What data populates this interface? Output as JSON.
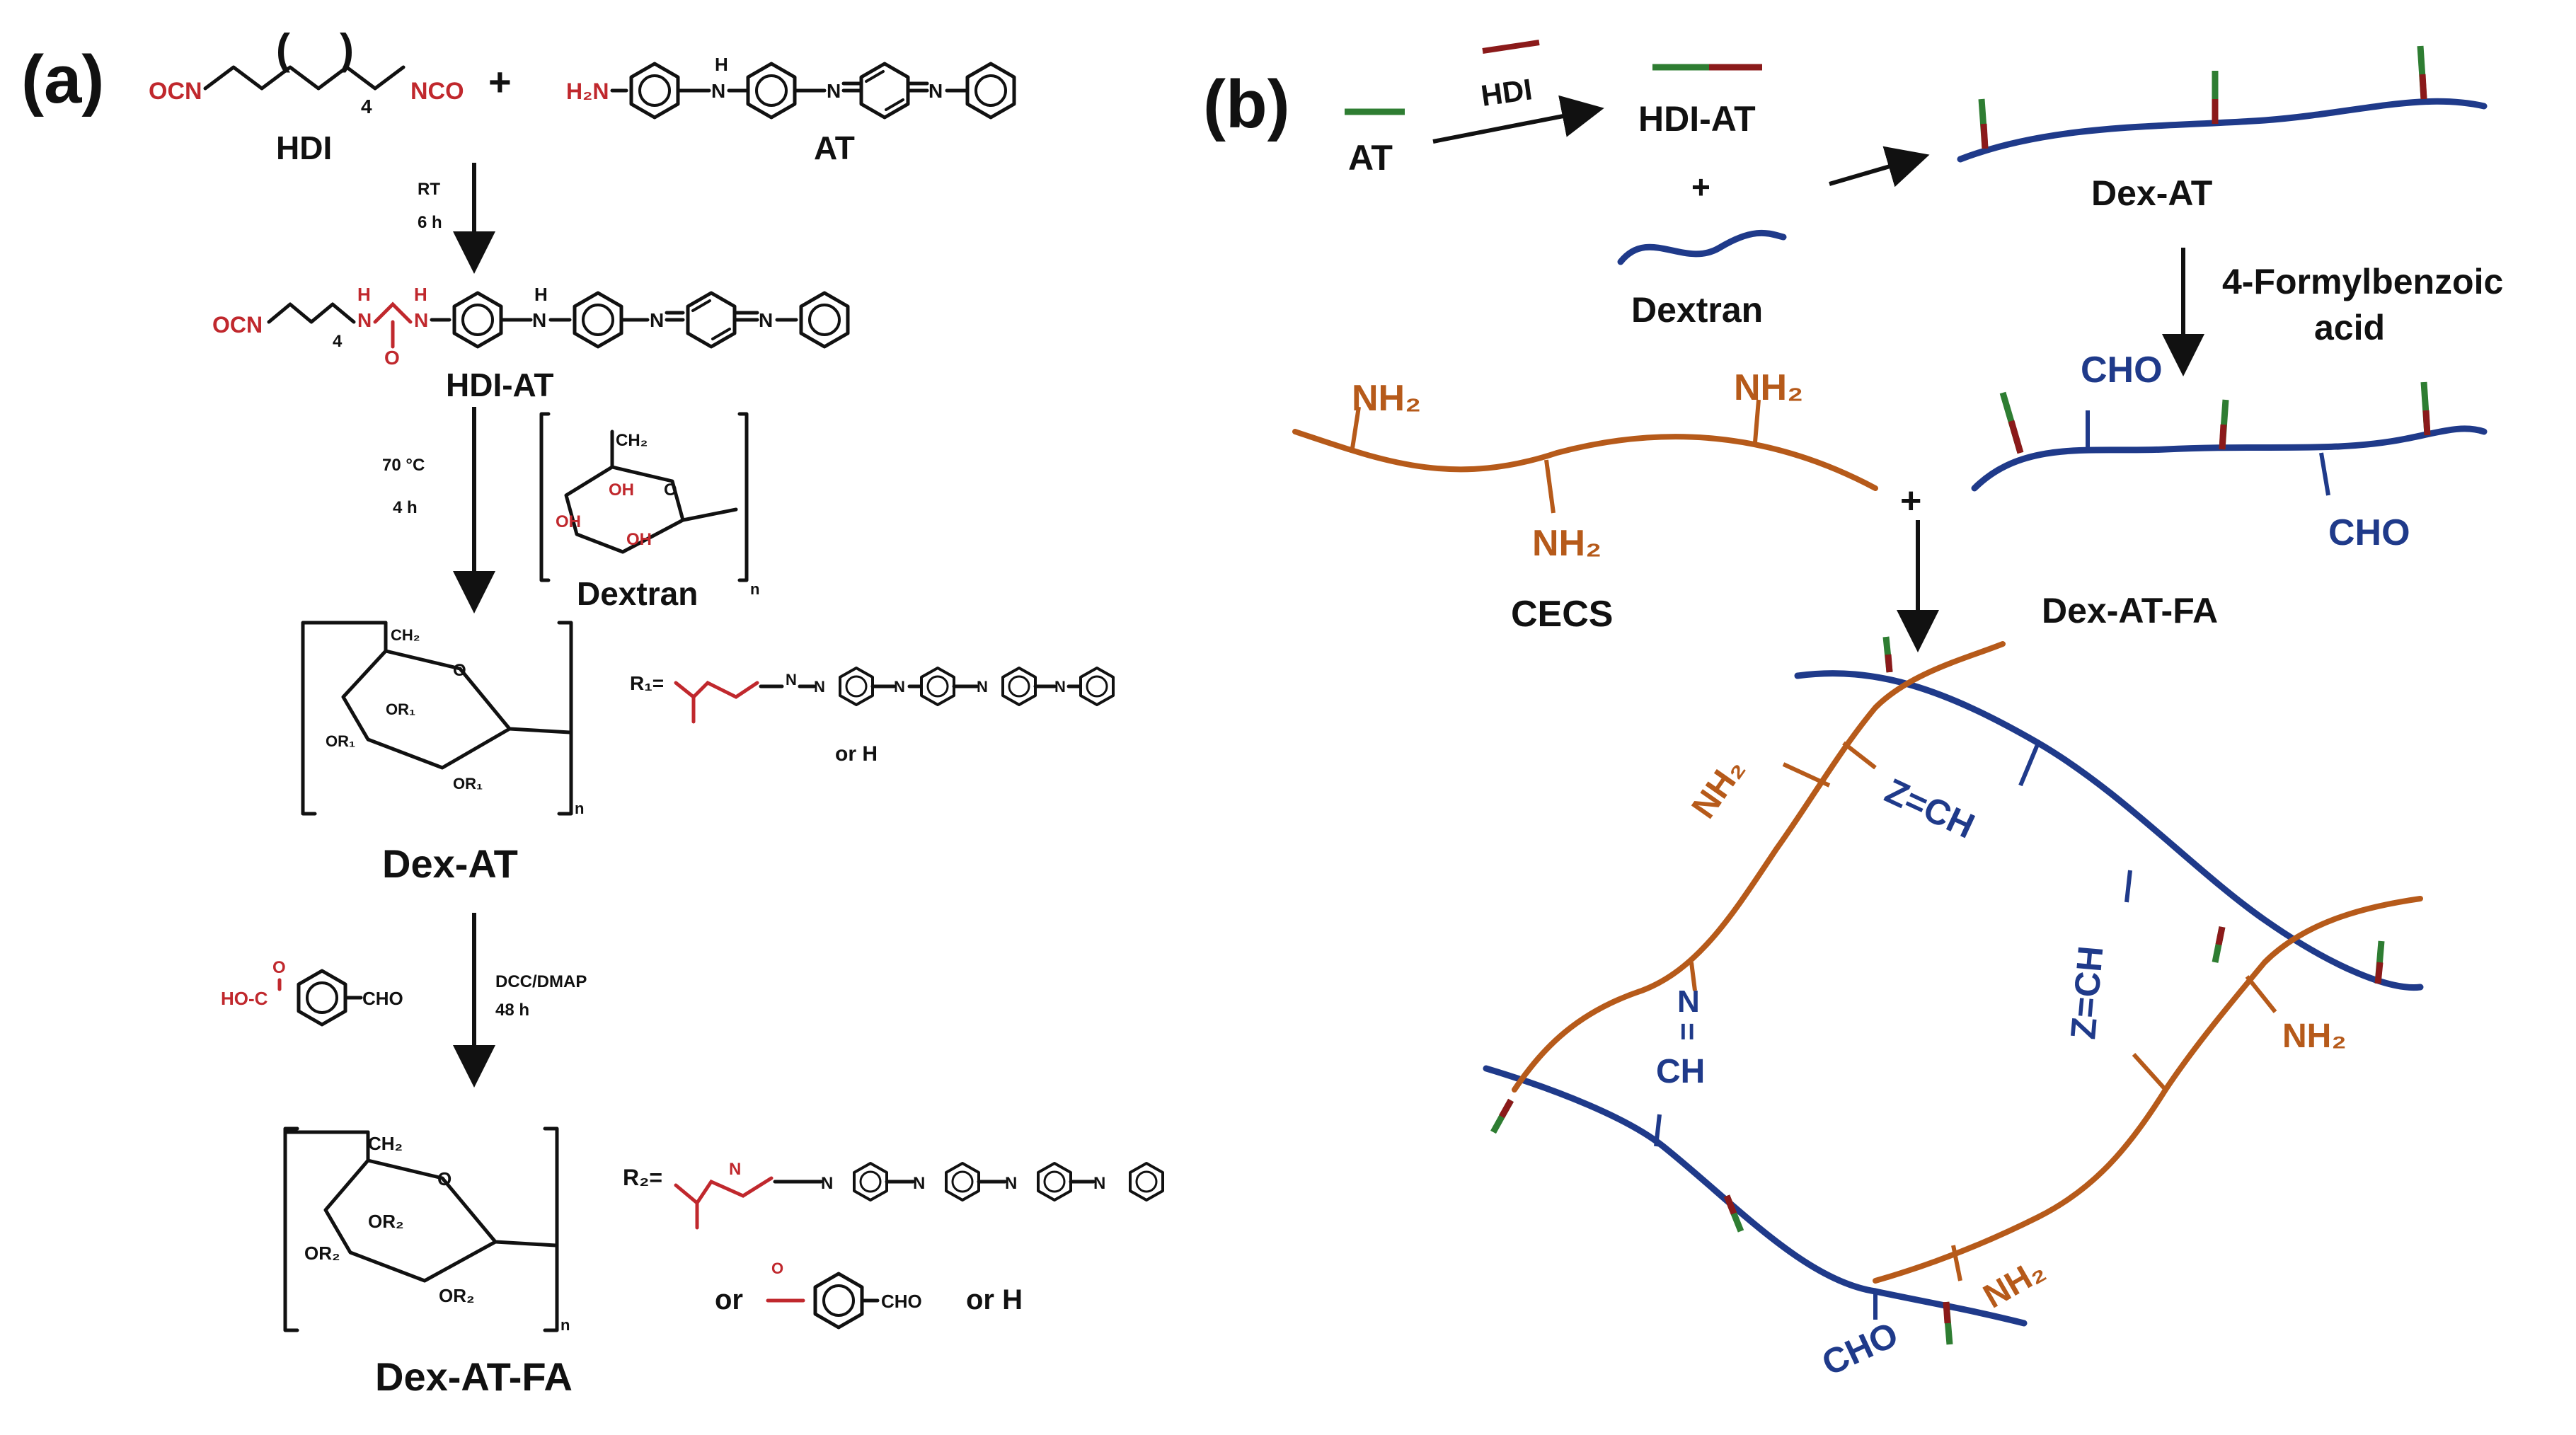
{
  "panel_a": {
    "label": "(a)",
    "hdi": {
      "left": "OCN",
      "sub": "4",
      "right": "NCO",
      "name": "HDI"
    },
    "plus": "+",
    "at": {
      "amine": "H₂N",
      "nh": "H",
      "n1": "N",
      "n2": "N",
      "name": "AT"
    },
    "step1": {
      "cond1": "RT",
      "cond2": "6 h"
    },
    "hdi_at": {
      "left": "OCN",
      "sub": "4",
      "nh1": "H",
      "n1": "N",
      "nh2": "H",
      "n2": "N",
      "o": "O",
      "name": "HDI-AT"
    },
    "step2": {
      "cond1": "70 °C",
      "cond2": "4 h"
    },
    "dextran": {
      "ch2": "CH₂",
      "oh1": "OH",
      "oh2": "OH",
      "oh3": "OH",
      "n": "n",
      "o": "O",
      "name": "Dextran"
    },
    "dex_at": {
      "ch2": "CH₂",
      "or1a": "OR₁",
      "or1b": "OR₁",
      "or1c": "OR₁",
      "n": "n",
      "o": "O",
      "r_label": "R₁=",
      "alt": "or  H",
      "name": "Dex-AT"
    },
    "step3": {
      "reagent_left": "HO-C",
      "reagent_o": "O",
      "reagent_right": "CHO",
      "cond1": "DCC/DMAP",
      "cond2": "48 h"
    },
    "dex_at_fa": {
      "ch2": "CH₂",
      "or2a": "OR₂",
      "or2b": "OR₂",
      "or2c": "OR₂",
      "n": "n",
      "o": "O",
      "r_label": "R₂=",
      "alt_or1": "or",
      "alt_cho": "CHO",
      "alt_or2": "or H",
      "name": "Dex-AT-FA"
    }
  },
  "panel_b": {
    "label": "(b)",
    "at": "AT",
    "hdi": "HDI",
    "hdi_at": "HDI-AT",
    "plus1": "+",
    "dextran": "Dextran",
    "dex_at": "Dex-AT",
    "reagent": [
      "4-Formylbenzoic",
      "acid"
    ],
    "cho1": "CHO",
    "cho2": "CHO",
    "dex_at_fa": "Dex-AT-FA",
    "cecs_nh2_1": "NH₂",
    "cecs_nh2_2": "NH₂",
    "cecs_nh2_3": "NH₂",
    "cecs": "CECS",
    "plus2": "+",
    "network": {
      "nh2_a": "NH₂",
      "nh2_b": "NH₂",
      "nh2_c": "NH₂",
      "imine_1": "Z=CH",
      "imine_2": "Z=CH",
      "imine_3_n": "N",
      "imine_3_eq": "=",
      "imine_3_ch": "CH",
      "cho": "CHO"
    }
  },
  "colors": {
    "red": "#c0282d",
    "blue": "#1f3a8a",
    "orange": "#b65a1a",
    "green": "#2e7d32",
    "darkred": "#8b1a1a"
  }
}
